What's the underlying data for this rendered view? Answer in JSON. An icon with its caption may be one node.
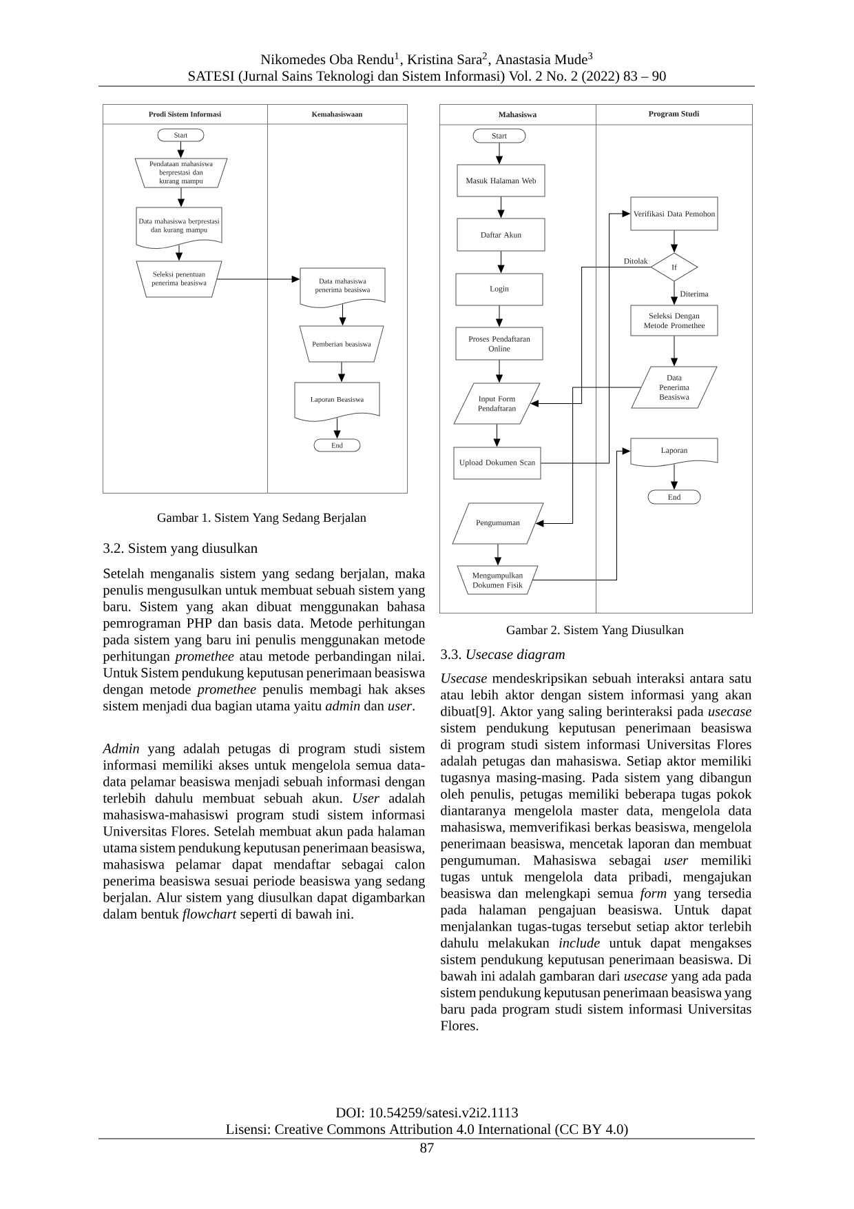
{
  "diagram": {
    "nodes": [
      {
        "text": [
          "Prodi Sistem Informasi"
        ]
      },
      {
        "text": [
          "Kemahasiswaan"
        ]
      },
      {
        "text": [
          "Start"
        ],
        "in": 0
      },
      {
        "text": [
          "Pendataan mahasiswa berprestasi dan kurang mampu"
        ],
        "in": 0
      },
      {
        "text": [
          "Data mahasiswa berprestasi dan kurang mampu"
        ],
        "in": 0
      },
      {
        "text": [
          "Seleksi penentuan penerima beasiswa"
        ],
        "in": 0
      },
      {
        "text": [
          "Data mahasiswa penerima beasiswa"
        ],
        "in": 1
      },
      {
        "text": [
          "Pemberian beasiswa"
        ],
        "in": 1
      },
      {
        "text": [
          "Laporan Beasiswa"
        ],
        "in": 1
      },
      {
        "text": [
          "End"
        ],
        "in": 1
      },
      {
        "text": [
          "Mahasiswa"
        ]
      },
      {
        "text": [
          "Program Studi"
        ]
      },
      {
        "text": [
          "Start"
        ],
        "in": 10
      },
      {
        "text": [
          "Masuk Halaman Web"
        ],
        "in": 10
      },
      {
        "text": [
          "Daftar Akun"
        ],
        "in": 10
      },
      {
        "text": [
          "Login"
        ],
        "in": 10
      },
      {
        "text": [
          "Proses Pendaftaran Online"
        ],
        "in": 10
      },
      {
        "text": [
          "Input Form Pendaftaran"
        ],
        "in": 10
      },
      {
        "text": [
          "Upload Dokumen Scan"
        ],
        "in": 10
      },
      {
        "text": [
          "Pengumuman"
        ],
        "in": 10
      },
      {
        "text": [
          "Mengumpulkan Dokumen Fisik"
        ],
        "in": 10
      },
      {
        "text": [
          "Verifikasi Data Pemohon"
        ],
        "in": 11
      },
      {
        "text": [
          "If"
        ],
        "in": 11
      },
      {
        "text": [
          "Seleksi Dengan Metode Promethee"
        ],
        "in": 11
      },
      {
        "text": [
          "Data Penerima Beasiswa"
        ],
        "in": 11
      },
      {
        "text": [
          "Laporan"
        ],
        "in": 11
      },
      {
        "text": [
          "End"
        ],
        "in": 11
      }
    ],
    "edges": [
      {
        "from": 2,
        "to": 3,
        "arrow": "to"
      },
      {
        "from": 3,
        "to": 4,
        "arrow": "to"
      },
      {
        "from": 4,
        "to": 5,
        "arrow": "to"
      },
      {
        "from": 5,
        "to": 6,
        "arrow": "to"
      },
      {
        "from": 6,
        "to": 7,
        "arrow": "to"
      },
      {
        "from": 7,
        "to": 8,
        "arrow": "to"
      },
      {
        "from": 8,
        "to": 9,
        "arrow": "to"
      },
      {
        "from": 12,
        "to": 13,
        "arrow": "to"
      },
      {
        "from": 13,
        "to": 14,
        "arrow": "to"
      },
      {
        "from": 14,
        "to": 15,
        "arrow": "to"
      },
      {
        "from": 15,
        "to": 16,
        "arrow": "to"
      },
      {
        "from": 16,
        "to": 17,
        "arrow": "to"
      },
      {
        "from": 17,
        "to": 18,
        "arrow": "to"
      },
      {
        "from": 18,
        "to": 21,
        "arrow": "to"
      },
      {
        "from": 21,
        "to": 22,
        "arrow": "to"
      },
      {
        "from": 22,
        "to": 17,
        "arrow": "to",
        "label": "Ditolak"
      },
      {
        "from": 22,
        "to": 23,
        "arrow": "to",
        "label": "Diterima"
      },
      {
        "from": 23,
        "to": 24,
        "arrow": "to"
      },
      {
        "from": 24,
        "to": 19,
        "arrow": "to"
      },
      {
        "from": 19,
        "to": 20,
        "arrow": "to"
      },
      {
        "from": 20,
        "to": 25,
        "arrow": "to"
      },
      {
        "from": 25,
        "to": 26,
        "arrow": "to"
      }
    ],
    "labels": [
      "Nikomedes Oba Rendu$^{1}$, Kristina Sara$^{2}$, Anastasia Mude$^{3}$",
      "SATESI (Jurnal Sains Teknologi dan Sistem Informasi) Vol. 2 No. 2 (2022) 83 – 90",
      "Gambar 1. Sistem Yang Sedang Berjalan",
      "3.2. Sistem yang diusulkan",
      "Setelah menganalis sistem yang sedang berjalan, maka penulis mengusulkan untuk membuat sebuah sistem yang baru. Sistem yang akan dibuat menggunakan bahasa pemrograman PHP dan basis data. Metode perhitungan pada sistem yang baru ini penulis menggunakan metode perhitungan *promethee* atau metode perbandingan nilai. Untuk Sistem pendukung keputusan penerimaan beasiswa dengan metode *promethee* penulis membagi hak akses sistem menjadi dua bagian utama yaitu *admin* dan *user*.",
      "*Admin* yang adalah petugas di program studi sistem informasi memiliki akses untuk mengelola semua data-data pelamar beasiswa menjadi sebuah informasi dengan terlebih dahulu membuat sebuah akun. *User* adalah mahasiswa-mahasiswi program studi sistem informasi Universitas Flores. Setelah membuat akun pada halaman utama sistem pendukung keputusan penerimaan beasiswa, mahasiswa pelamar dapat mendaftar sebagai calon penerima beasiswa sesuai periode beasiswa yang sedang berjalan. Alur sistem yang diusulkan dapat digambarkan dalam bentuk *flowchart* seperti di bawah ini.",
      "Gambar 2. Sistem Yang Diusulkan",
      "3.3. *Usecase diagram*",
      "*Usecase* mendeskripsikan sebuah interaksi antara satu atau lebih aktor dengan sistem informasi yang akan dibuat[9]. Aktor yang saling berinteraksi pada *usecase* sistem pendukung keputusan penerimaan beasiswa di program studi sistem informasi Universitas Flores adalah petugas dan mahasiswa. Setiap aktor memiliki tugasnya masing-masing. Pada sistem yang dibangun oleh penulis, petugas memiliki beberapa tugas pokok diantaranya mengelola master data, mengelola data mahasiswa, memverifikasi berkas beasiswa, mengelola penerimaan beasiswa, mencetak laporan dan membuat pengumuman. Mahasiswa sebagai *user* memiliki tugas untuk mengelola data pribadi, mengajukan beasiswa dan melengkapi semua *form* yang tersedia pada halaman pengajuan beasiswa. Untuk dapat menjalankan tugas-tugas tersebut setiap aktor terlebih dahulu melakukan *include* untuk dapat mengakses sistem pendukung keputusan penerimaan beasiswa. Di bawah ini adalah gambaran dari *usecase* yang ada pada sistem pendukung keputusan penerimaan beasiswa yang baru pada program studi sistem informasi Universitas Flores.",
      "DOI: 10.54259/satesi.v2i2.1113",
      "Lisensi: Creative Commons Attribution 4.0 International (CC BY 4.0)",
      "87"
    ]
  }
}
